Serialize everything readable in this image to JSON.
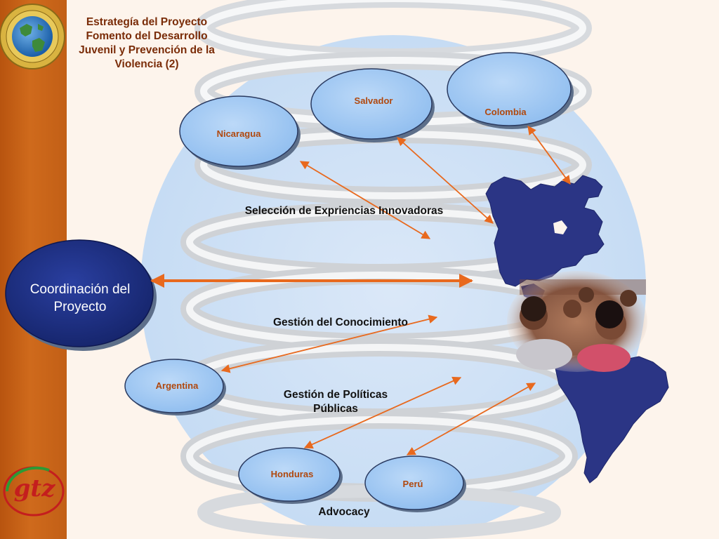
{
  "title": "Estrategía del Proyecto Fomento del Desarrollo Juvenil y Prevención de la Violencia (2)",
  "nodes": {
    "coordinacion": "Coordinación del Proyecto",
    "nicaragua": "Nicaragua",
    "salvador": "Salvador",
    "colombia": "Colombia",
    "argentina": "Argentina",
    "honduras": "Honduras",
    "peru": "Perú"
  },
  "labels": {
    "seleccion": "Selección de Expriencias Innovadoras",
    "gestion_conocimiento": "Gestión del Conocimiento",
    "gestion_politicas": "Gestión de Políticas Públicas",
    "advocacy": "Advocacy"
  },
  "logo_text": "gtz",
  "colors": {
    "orange_bar": "#c25f16",
    "oval_light": "#a8cdf5",
    "oval_dark": "#1a2e80",
    "arrow": "#e8691e",
    "continent": "#2b3585"
  }
}
